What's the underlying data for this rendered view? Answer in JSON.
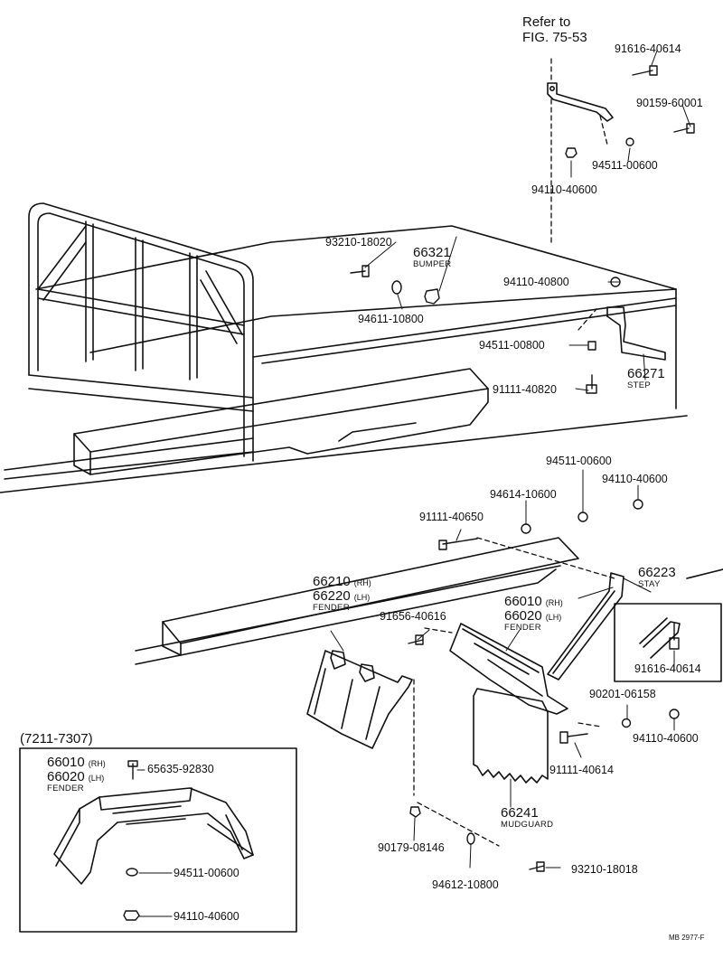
{
  "diagram": {
    "refer_note": {
      "line1": "Refer to",
      "line2": "FIG. 75-53"
    },
    "parts": {
      "p91616_40614_top": "91616-40614",
      "p90159_60001": "90159-60001",
      "p94511_00600_top": "94511-00600",
      "p94110_40600_top": "94110-40600",
      "p93210_18020": "93210-18020",
      "p66321": {
        "number": "66321",
        "name": "BUMPER"
      },
      "p94110_40800": "94110-40800",
      "p94611_10800": "94611-10800",
      "p94511_00800": "94511-00800",
      "p66271": {
        "number": "66271",
        "name": "STEP"
      },
      "p91111_40820": "91111-40820",
      "p94511_00600_mid": "94511-00600",
      "p94110_40600_mid": "94110-40600",
      "p94614_10600": "94614-10600",
      "p91111_40650": "91111-40650",
      "p66223": {
        "number": "66223",
        "name": "STAY"
      },
      "p66210_66220": {
        "number1": "66210",
        "tag1": "(RH)",
        "number2": "66220",
        "tag2": "(LH)",
        "name": "FENDER"
      },
      "p66010_66020": {
        "number1": "66010",
        "tag1": "(RH)",
        "number2": "66020",
        "tag2": "(LH)",
        "name": "FENDER"
      },
      "p91656_40616": "91656-40616",
      "p91616_40614_inset": "91616-40614",
      "p90201_06158": "90201-06158",
      "p94110_40600_low": "94110-40600",
      "p91111_40614": "91111-40614",
      "p66241": {
        "number": "66241",
        "name": "MUDGUARD"
      },
      "p90179_08146": "90179-08146",
      "p94612_10800": "94612-10800",
      "p93210_18018": "93210-18018"
    },
    "inset": {
      "date_range": "(7211-7307)",
      "fender": {
        "number1": "66010",
        "tag1": "(RH)",
        "number2": "66020",
        "tag2": "(LH)",
        "name": "FENDER"
      },
      "p65635_92830": "65635-92830",
      "p94511_00600": "94511-00600",
      "p94110_40600": "94110-40600"
    },
    "footer_code": "MB  2977-F"
  }
}
